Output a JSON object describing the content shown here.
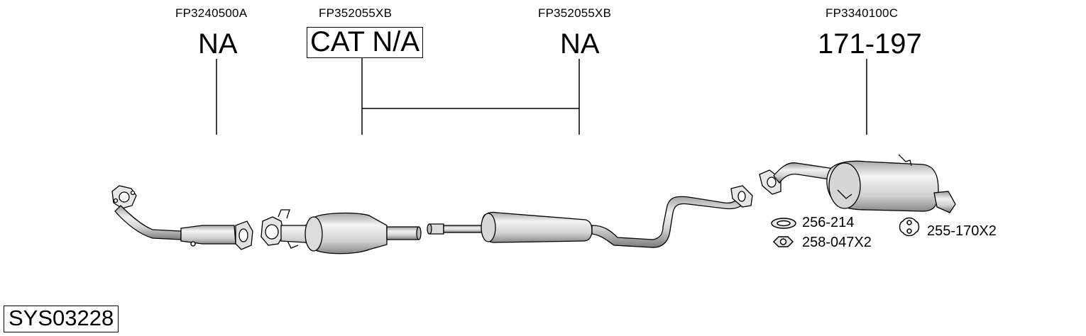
{
  "diagram": {
    "system_code": "SYS03228",
    "sections": [
      {
        "part_code": "FP3240500A",
        "value": "NA"
      },
      {
        "part_code": "FP352055XB",
        "value": "CAT N/A"
      },
      {
        "part_code": "FP352055XB",
        "value": "NA"
      },
      {
        "part_code": "FP3340100C",
        "value": "171-197"
      }
    ],
    "accessories": [
      {
        "label": "256-214",
        "icon": "gasket-ring-icon"
      },
      {
        "label": "258-047X2",
        "icon": "hex-nut-icon"
      },
      {
        "label": "255-170X2",
        "icon": "rubber-hanger-icon"
      }
    ]
  }
}
